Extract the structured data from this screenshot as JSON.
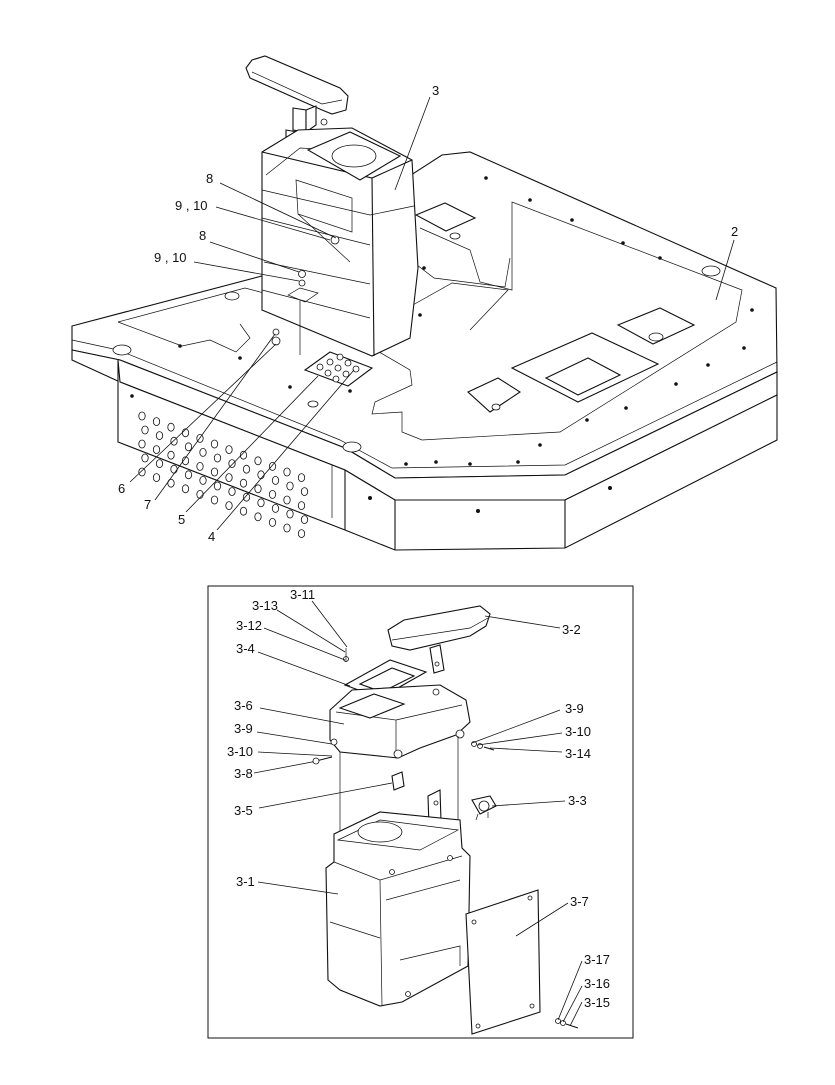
{
  "callouts_upper": [
    {
      "id": "c-2",
      "label": "2"
    },
    {
      "id": "c-3",
      "label": "3"
    },
    {
      "id": "c-8a",
      "label": "8"
    },
    {
      "id": "c-910a",
      "label": "9  , 10"
    },
    {
      "id": "c-8b",
      "label": "8"
    },
    {
      "id": "c-910b",
      "label": "9  , 10"
    },
    {
      "id": "c-6",
      "label": "6"
    },
    {
      "id": "c-7",
      "label": "7"
    },
    {
      "id": "c-5",
      "label": "5"
    },
    {
      "id": "c-4",
      "label": "4"
    }
  ],
  "callouts_detail": [
    {
      "id": "d-3-11",
      "label": "3-11"
    },
    {
      "id": "d-3-13",
      "label": "3-13"
    },
    {
      "id": "d-3-12",
      "label": "3-12"
    },
    {
      "id": "d-3-4",
      "label": "3-4"
    },
    {
      "id": "d-3-2",
      "label": "3-2"
    },
    {
      "id": "d-3-6",
      "label": "3-6"
    },
    {
      "id": "d-3-9a",
      "label": "3-9"
    },
    {
      "id": "d-3-10a",
      "label": "3-10"
    },
    {
      "id": "d-3-8",
      "label": "3-8"
    },
    {
      "id": "d-3-9b",
      "label": "3-9"
    },
    {
      "id": "d-3-10b",
      "label": "3-10"
    },
    {
      "id": "d-3-14",
      "label": "3-14"
    },
    {
      "id": "d-3-5",
      "label": "3-5"
    },
    {
      "id": "d-3-3",
      "label": "3-3"
    },
    {
      "id": "d-3-1",
      "label": "3-1"
    },
    {
      "id": "d-3-7",
      "label": "3-7"
    },
    {
      "id": "d-3-17",
      "label": "3-17"
    },
    {
      "id": "d-3-16",
      "label": "3-16"
    },
    {
      "id": "d-3-15",
      "label": "3-15"
    }
  ]
}
